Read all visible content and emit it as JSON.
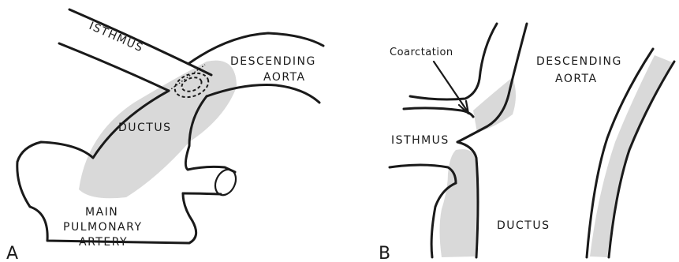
{
  "panel_a": {
    "letter": "A",
    "labels": {
      "isthmus": "ISTHMUS",
      "descending_line1": "DESCENDING",
      "descending_line2": "AORTA",
      "ductus": "DUCTUS",
      "pa_line1": "MAIN",
      "pa_line2": "PULMONARY",
      "pa_line3": "ARTERY"
    }
  },
  "panel_b": {
    "letter": "B",
    "labels": {
      "coarctation": "Coarctation",
      "descending_line1": "DESCENDING",
      "descending_line2": "AORTA",
      "isthmus": "ISTHMUS",
      "ductus": "DUCTUS"
    }
  },
  "colors": {
    "line": "#1a1a1a",
    "shading": "#d9d9d9",
    "background": "#ffffff"
  }
}
